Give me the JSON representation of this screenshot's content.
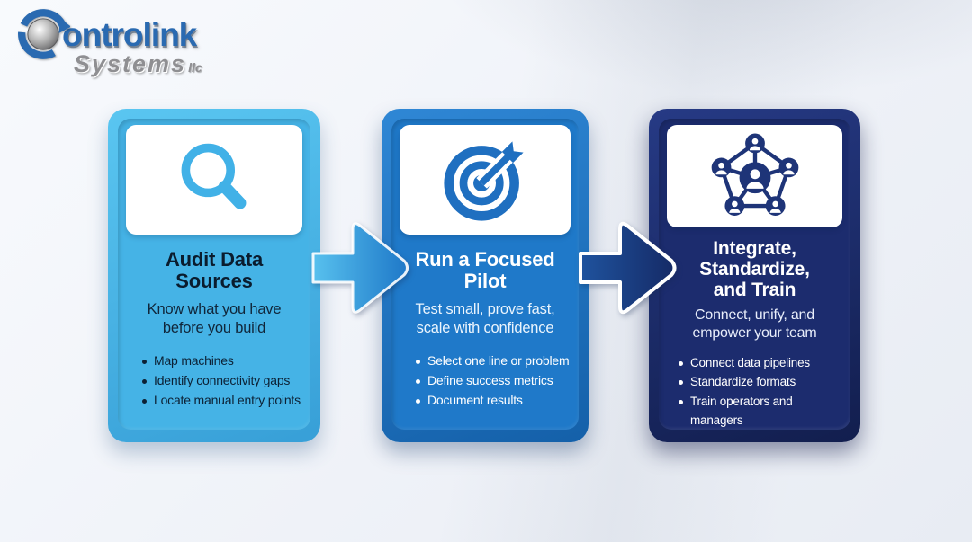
{
  "logo": {
    "name": "Controlink",
    "name_rest": "ontrolink",
    "line2": "Systems",
    "suffix": "llc"
  },
  "cards": [
    {
      "icon": "magnifier-icon",
      "title": "Audit Data\nSources",
      "subtitle": "Know what you have\nbefore you build",
      "bullets": [
        "Map machines",
        "Identify connectivity gaps",
        "Locate manual entry points"
      ]
    },
    {
      "icon": "target-icon",
      "title": "Run a Focused\nPilot",
      "subtitle": "Test small, prove fast,\nscale with confidence",
      "bullets": [
        "Select one line or problem",
        "Define success metrics",
        "Document results"
      ]
    },
    {
      "icon": "people-network-icon",
      "title": "Integrate,\nStandardize,\nand Train",
      "subtitle": "Connect, unify, and\nempower your team",
      "bullets": [
        "Connect data pipelines",
        "Standardize formats",
        "Train operators and managers"
      ]
    }
  ],
  "palette": {
    "bg_top": "#f8fafd",
    "bg_shade": "#e8ecf3",
    "card1_frame_light": "#5ac6f1",
    "card1_frame_dark": "#379fd7",
    "card1_inner": "#45b3e6",
    "card1_text": "#0a1c2e",
    "card2_frame_light": "#2f87d5",
    "card2_frame_dark": "#1460a9",
    "card2_inner": "#1f79c9",
    "card3_frame_light": "#263a85",
    "card3_frame_dark": "#121e4e",
    "card3_inner": "#1c2c6e",
    "icon1": "#41b1e7",
    "icon2": "#1f6fc0",
    "icon3": "#1e3478",
    "arrow1_from": "#58c1ee",
    "arrow1_to": "#1e78c8",
    "arrow2_from": "#1f539e",
    "arrow2_to": "#152a66",
    "logo_blue": "#2a6ab1",
    "logo_gray": "#8f8f92",
    "text_light": "#ffffff"
  }
}
